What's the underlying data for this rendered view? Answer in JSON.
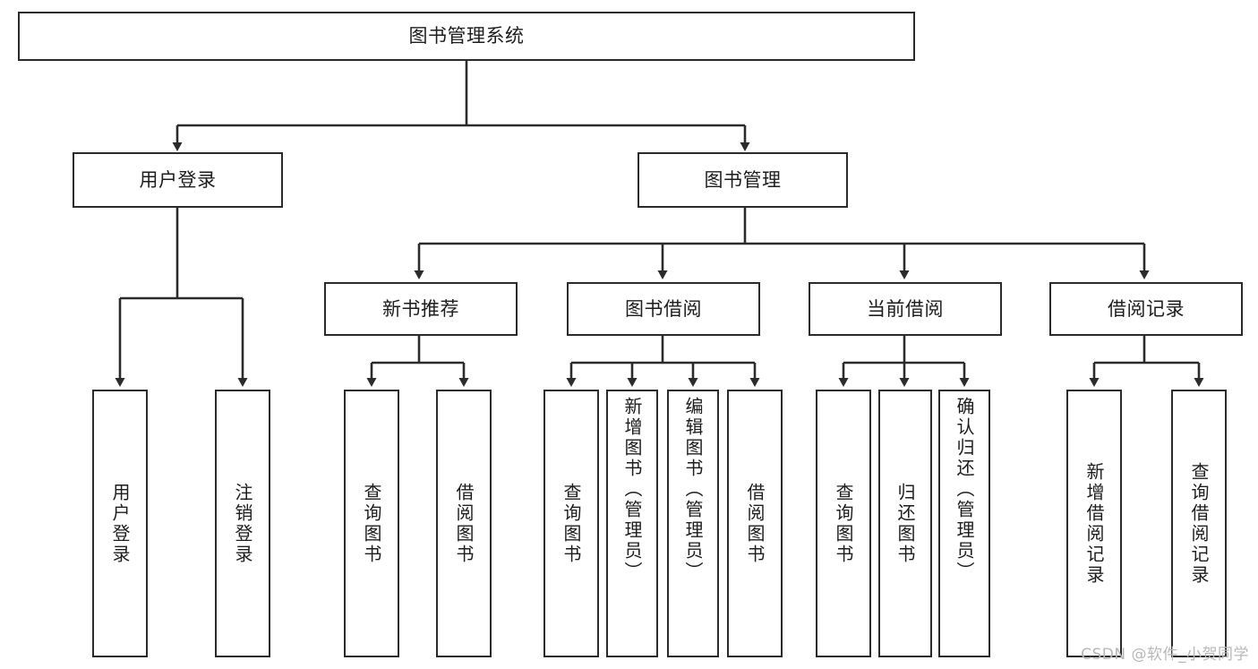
{
  "diagram": {
    "title": "图书管理系统",
    "type": "tree",
    "root": {
      "id": "root",
      "label": "图书管理系统",
      "orientation": "horizontal"
    },
    "level1": [
      {
        "id": "user-login",
        "label": "用户登录",
        "orientation": "horizontal"
      },
      {
        "id": "book-management",
        "label": "图书管理",
        "orientation": "horizontal"
      }
    ],
    "level2": [
      {
        "id": "new-book-recommend",
        "label": "新书推荐",
        "orientation": "horizontal",
        "parent": "book-management"
      },
      {
        "id": "book-borrow",
        "label": "图书借阅",
        "orientation": "horizontal",
        "parent": "book-management"
      },
      {
        "id": "current-borrow",
        "label": "当前借阅",
        "orientation": "horizontal",
        "parent": "book-management"
      },
      {
        "id": "borrow-record",
        "label": "借阅记录",
        "orientation": "horizontal",
        "parent": "book-management"
      }
    ],
    "leaves": [
      {
        "id": "leaf-user-login",
        "label": "用户登录",
        "parent": "user-login",
        "orientation": "vertical"
      },
      {
        "id": "leaf-logout",
        "label": "注销登录",
        "parent": "user-login",
        "orientation": "vertical"
      },
      {
        "id": "leaf-query-book-1",
        "label": "查询图书",
        "parent": "new-book-recommend",
        "orientation": "vertical"
      },
      {
        "id": "leaf-borrow-book-1",
        "label": "借阅图书",
        "parent": "new-book-recommend",
        "orientation": "vertical"
      },
      {
        "id": "leaf-query-book-2",
        "label": "查询图书",
        "parent": "book-borrow",
        "orientation": "vertical"
      },
      {
        "id": "leaf-add-book",
        "label": "新增图书（管理员）",
        "parent": "book-borrow",
        "orientation": "vertical"
      },
      {
        "id": "leaf-edit-book",
        "label": "编辑图书（管理员）",
        "parent": "book-borrow",
        "orientation": "vertical"
      },
      {
        "id": "leaf-borrow-book-2",
        "label": "借阅图书",
        "parent": "book-borrow",
        "orientation": "vertical"
      },
      {
        "id": "leaf-query-book-3",
        "label": "查询图书",
        "parent": "current-borrow",
        "orientation": "vertical"
      },
      {
        "id": "leaf-return-book",
        "label": "归还图书",
        "parent": "current-borrow",
        "orientation": "vertical"
      },
      {
        "id": "leaf-confirm-return",
        "label": "确认归还（管理员）",
        "parent": "current-borrow",
        "orientation": "vertical"
      },
      {
        "id": "leaf-add-record",
        "label": "新增借阅记录",
        "parent": "borrow-record",
        "orientation": "vertical"
      },
      {
        "id": "leaf-query-record",
        "label": "查询借阅记录",
        "parent": "borrow-record",
        "orientation": "vertical"
      }
    ]
  },
  "watermark": {
    "text": "CSDN @软件_小贺同学"
  },
  "colors": {
    "border": "#2b2b2b",
    "text": "#1d1d1d",
    "background": "#ffffff",
    "connector": "#2b2b2b",
    "watermark": "#b8b8b8"
  }
}
